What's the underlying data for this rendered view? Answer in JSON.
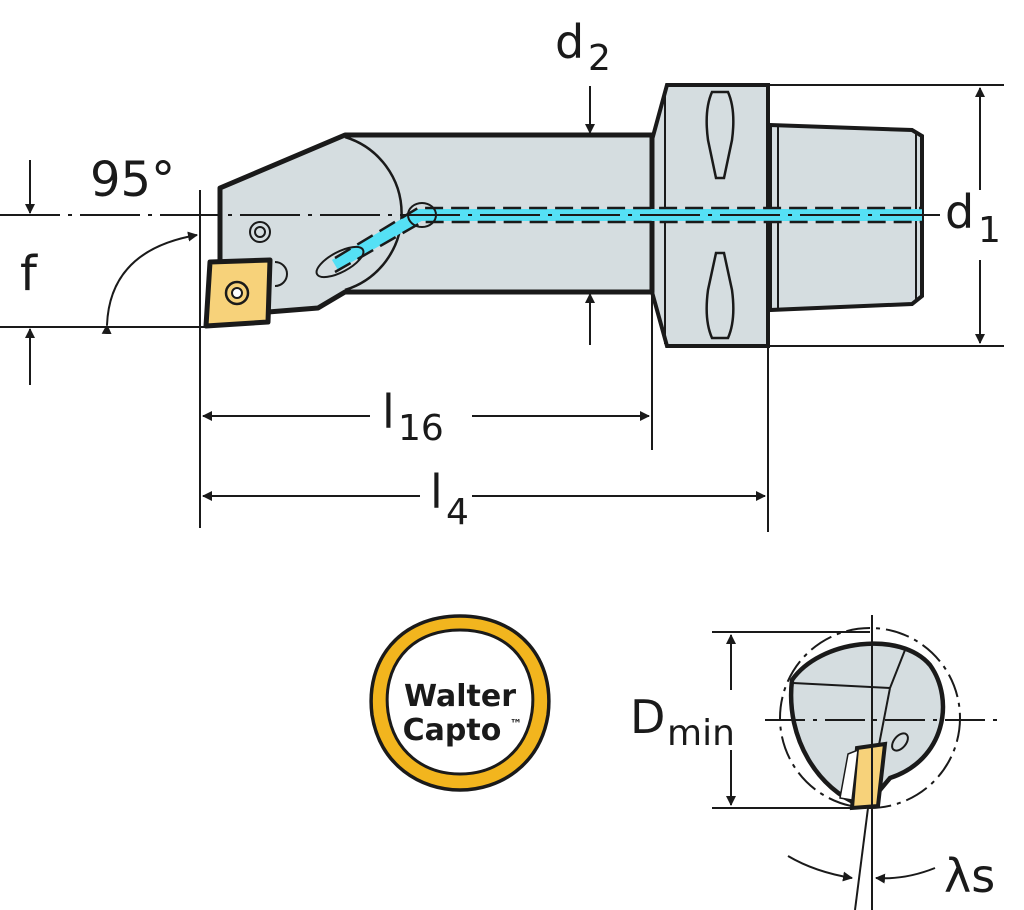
{
  "title": "Boring bar with Walter Capto coupling — dimension drawing",
  "colors": {
    "body": "#d5dde0",
    "insert": "#f7d27a",
    "coolant": "#55e0f5",
    "logo_ring": "#f2b51e",
    "line": "#1a1a1a"
  },
  "labels": {
    "angle": "95°",
    "f": "f",
    "d2_main": "d",
    "d2_sub": "2",
    "d1_main": "d",
    "d1_sub": "1",
    "l16_main": "l",
    "l16_sub": "16",
    "l4_main": "l",
    "l4_sub": "4",
    "dmin_main": "D",
    "dmin_sub": "min",
    "lambda": "λs"
  },
  "logo": {
    "line1": "Walter",
    "line2": "Capto",
    "tm": "™"
  }
}
